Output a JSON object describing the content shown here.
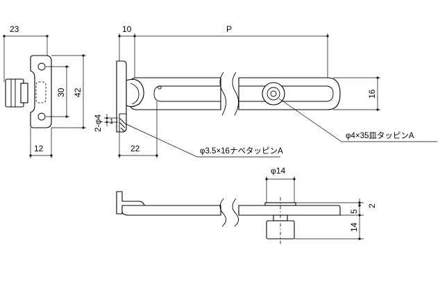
{
  "dimensions": {
    "d23": "23",
    "d10": "10",
    "dP": "P",
    "d30": "30",
    "d42": "42",
    "d16": "16",
    "d2phi4": "2-φ4",
    "d1": "1",
    "d12": "12",
    "d22": "22",
    "d14top": "φ14",
    "d2": "2",
    "d5": "5",
    "d14": "14"
  },
  "callouts": {
    "screw_small": "φ3.5×16ナベタッピンA",
    "screw_large": "φ4×35皿タッピンA"
  }
}
